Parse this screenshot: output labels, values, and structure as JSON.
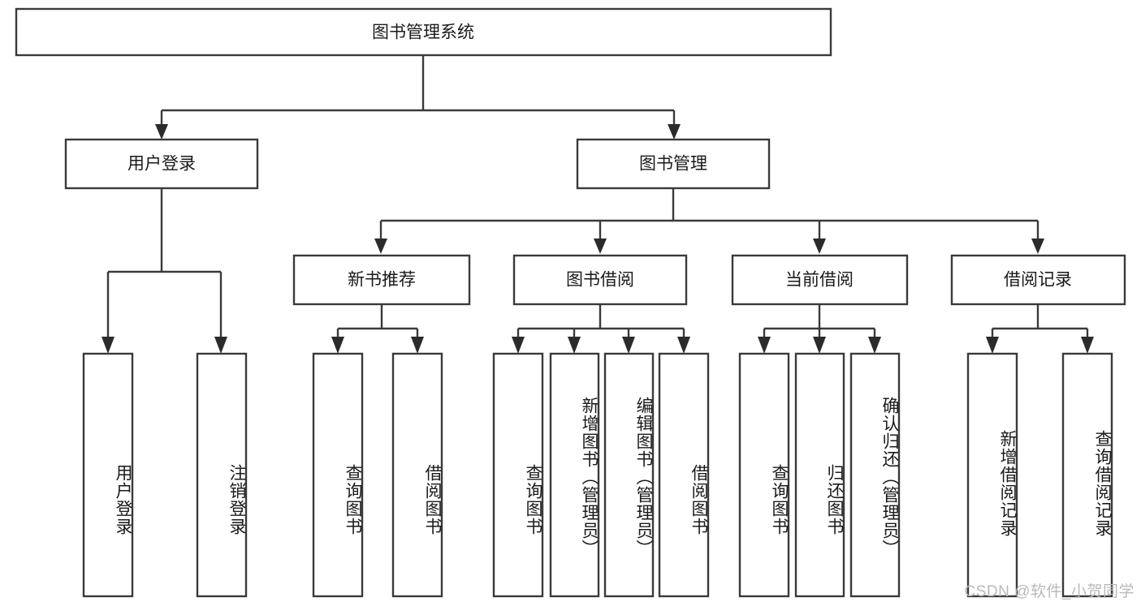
{
  "diagram": {
    "title": "图书管理系统",
    "type": "hierarchy-tree",
    "orientation": "top-down",
    "root": {
      "id": "root",
      "label": "图书管理系统",
      "text_orientation": "horizontal"
    },
    "level2": [
      {
        "id": "user-login",
        "label": "用户登录",
        "text_orientation": "horizontal"
      },
      {
        "id": "book-management",
        "label": "图书管理",
        "text_orientation": "horizontal"
      }
    ],
    "level3": [
      {
        "id": "new-book-recommend",
        "label": "新书推荐",
        "parent": "book-management",
        "text_orientation": "horizontal"
      },
      {
        "id": "book-borrow",
        "label": "图书借阅",
        "parent": "book-management",
        "text_orientation": "horizontal"
      },
      {
        "id": "current-borrow",
        "label": "当前借阅",
        "parent": "book-management",
        "text_orientation": "horizontal"
      },
      {
        "id": "borrow-record",
        "label": "借阅记录",
        "parent": "book-management",
        "text_orientation": "horizontal"
      }
    ],
    "leaves": [
      {
        "id": "leaf-user-login",
        "label": "用户登录",
        "parent": "user-login",
        "text_orientation": "vertical"
      },
      {
        "id": "leaf-user-logout",
        "label": "注销登录",
        "parent": "user-login",
        "text_orientation": "vertical"
      },
      {
        "id": "leaf-query-book-1",
        "label": "查询图书",
        "parent": "new-book-recommend",
        "text_orientation": "vertical"
      },
      {
        "id": "leaf-borrow-book-1",
        "label": "借阅图书",
        "parent": "new-book-recommend",
        "text_orientation": "vertical"
      },
      {
        "id": "leaf-query-book-2",
        "label": "查询图书",
        "parent": "book-borrow",
        "text_orientation": "vertical"
      },
      {
        "id": "leaf-add-book",
        "label": "新增图书（管理员）",
        "parent": "book-borrow",
        "text_orientation": "vertical"
      },
      {
        "id": "leaf-edit-book",
        "label": "编辑图书（管理员）",
        "parent": "book-borrow",
        "text_orientation": "vertical"
      },
      {
        "id": "leaf-borrow-book-2",
        "label": "借阅图书",
        "parent": "book-borrow",
        "text_orientation": "vertical"
      },
      {
        "id": "leaf-query-book-3",
        "label": "查询图书",
        "parent": "current-borrow",
        "text_orientation": "vertical"
      },
      {
        "id": "leaf-return-book",
        "label": "归还图书",
        "parent": "current-borrow",
        "text_orientation": "vertical"
      },
      {
        "id": "leaf-confirm-return",
        "label": "确认归还（管理员）",
        "parent": "current-borrow",
        "text_orientation": "vertical"
      },
      {
        "id": "leaf-add-record",
        "label": "新增借阅记录",
        "parent": "borrow-record",
        "text_orientation": "vertical"
      },
      {
        "id": "leaf-query-record",
        "label": "查询借阅记录",
        "parent": "borrow-record",
        "text_orientation": "vertical"
      }
    ],
    "colors": {
      "box_stroke": "#3a3a3a",
      "box_fill": "#ffffff",
      "connector": "#3a3a3a",
      "arrow": "#2b2b2b",
      "text": "#1a1a1a",
      "background": "#ffffff",
      "watermark": "#b9b9b9"
    }
  },
  "watermark": {
    "text": "CSDN @软件_小贺同学"
  }
}
